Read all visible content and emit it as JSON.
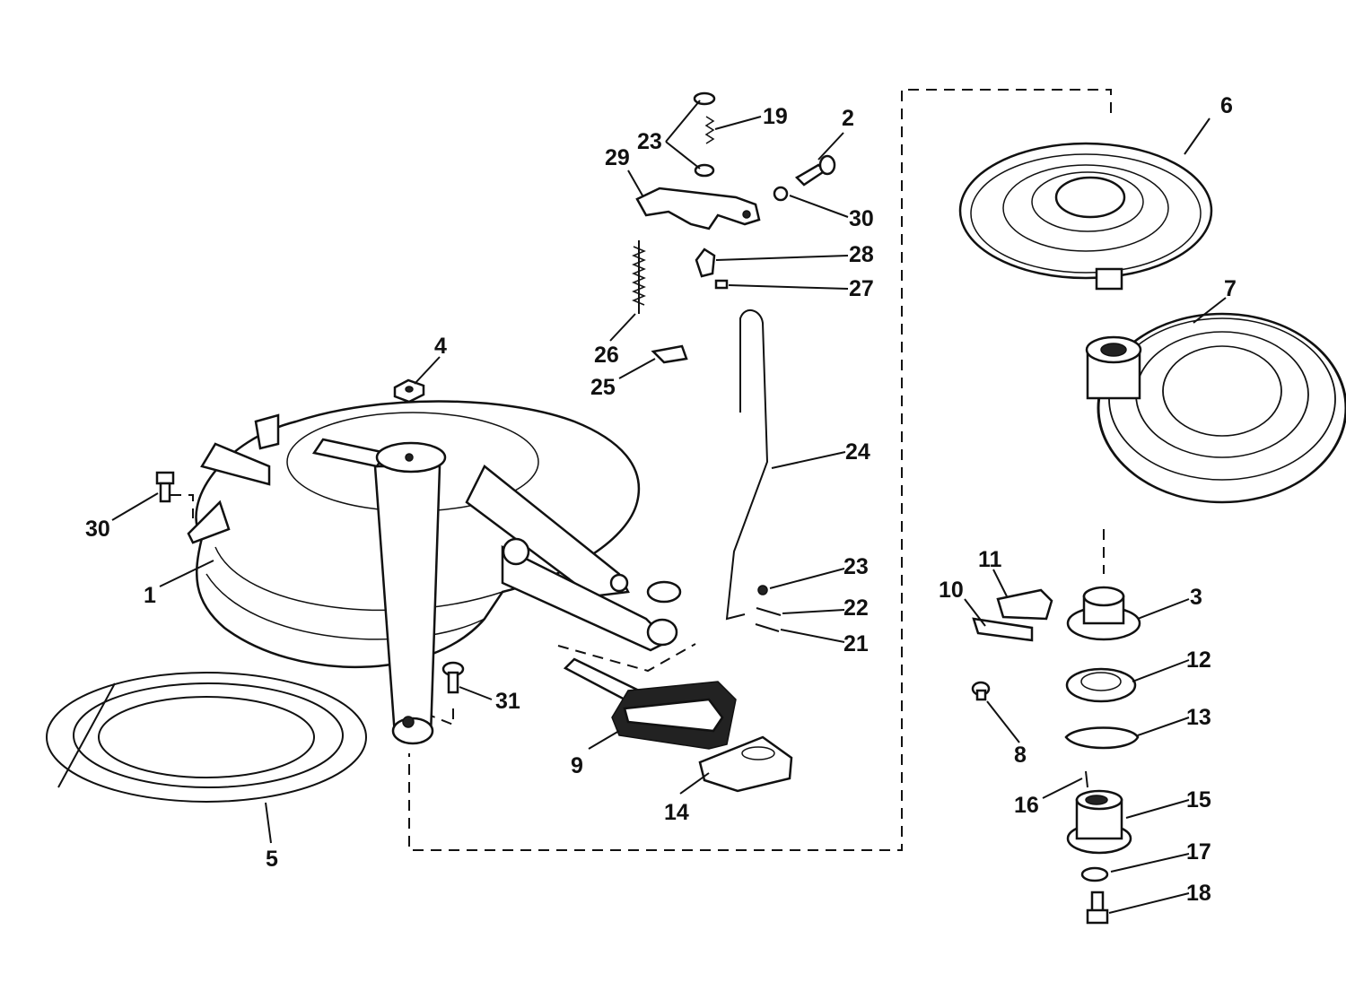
{
  "diagram": {
    "callouts": [
      "1",
      "2",
      "3",
      "4",
      "5",
      "6",
      "7",
      "8",
      "9",
      "10",
      "11",
      "12",
      "13",
      "14",
      "15",
      "16",
      "17",
      "18",
      "19",
      "21",
      "22",
      "23",
      "23",
      "24",
      "25",
      "26",
      "27",
      "28",
      "29",
      "30",
      "30",
      "31"
    ]
  }
}
